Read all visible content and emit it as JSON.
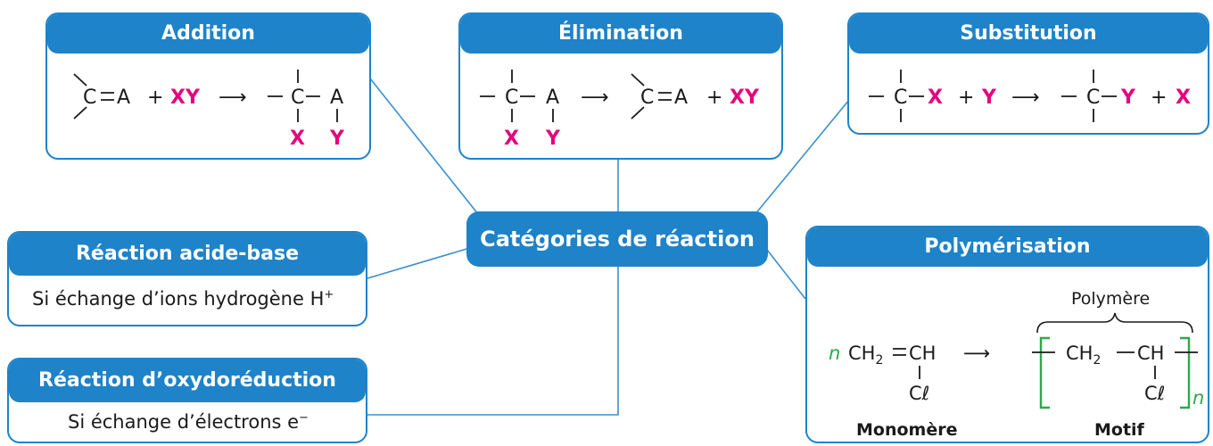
{
  "center": {
    "label": "Catégories de réaction"
  },
  "addition": {
    "title": "Addition",
    "eq": {
      "C": "C",
      "A": "A",
      "plus": "+",
      "XY": "XY",
      "arrow": "⟶",
      "C2": "C",
      "A2": "A",
      "X": "X",
      "Y": "Y"
    }
  },
  "elimination": {
    "title": "Élimination",
    "eq": {
      "C": "C",
      "A": "A",
      "X": "X",
      "Y": "Y",
      "arrow": "⟶",
      "C2": "C",
      "A2": "A",
      "plus": "+",
      "XY": "XY"
    }
  },
  "substitution": {
    "title": "Substitution",
    "eq": {
      "C": "C",
      "X": "X",
      "plus1": "+",
      "Y": "Y",
      "arrow": "⟶",
      "C2": "C",
      "Y2": "Y",
      "plus2": "+",
      "X2": "X"
    }
  },
  "acid_base": {
    "title": "Réaction acide-base",
    "text": "Si échange d’ions hydrogène H",
    "sup": "+"
  },
  "redox": {
    "title": "Réaction d’oxydoréduction",
    "text": "Si échange d’électrons e",
    "sup": "−"
  },
  "polymerisation": {
    "title": "Polymérisation",
    "n1": "n",
    "ch2": "CH",
    "sub2": "2",
    "ch": "CH",
    "cl": "Cℓ",
    "arrow": "⟶",
    "polymer_label": "Polymère",
    "n2": "n",
    "monomer_label": "Monomère",
    "motif_label": "Motif"
  },
  "colors": {
    "accent": "#1e83c9",
    "highlight": "#e5007e",
    "polymer_green": "#2ea84a"
  }
}
